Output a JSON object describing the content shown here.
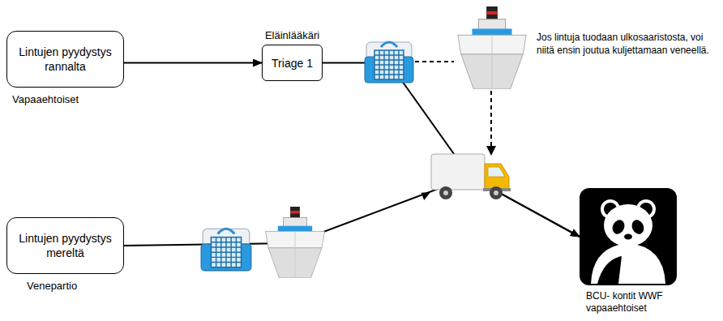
{
  "diagram": {
    "nodes": [
      {
        "text": [
          "Lintujen pyydystys rannalta",
          "Vapaaehtoiset"
        ]
      },
      {
        "text": [
          "Eläinlääkäri",
          "Triage 1"
        ]
      },
      {
        "text": [
          "Lintujen pyydystys mereltä",
          "Venepartio"
        ]
      },
      {
        "text": [
          "BCU- kontit WWF vapaaehtoiset"
        ]
      }
    ],
    "edges": [
      {
        "from": 0,
        "to": 1,
        "arrow": "to"
      },
      {
        "from": 1,
        "to": 3,
        "arrow": "to"
      },
      {
        "from": 2,
        "to": 3,
        "arrow": "to"
      }
    ],
    "labels": [
      "Jos lintuja tuodaan ulkosaaristosta, voi niitä ensin joutua kuljettamaan veneellä."
    ]
  }
}
